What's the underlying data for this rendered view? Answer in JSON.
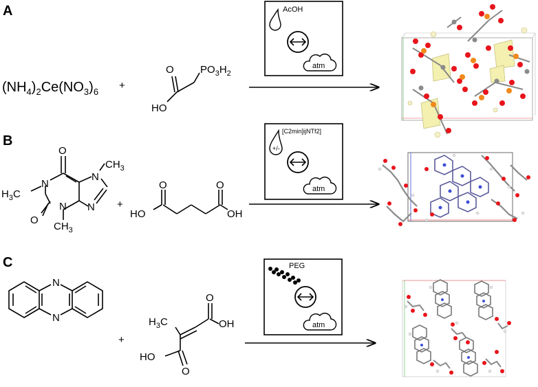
{
  "panels": [
    {
      "letter": "A",
      "reactant1": {
        "p1": "(NH",
        "s1": "4",
        "p2": ")",
        "s2": "2",
        "p3": "Ce(NO",
        "s3": "3",
        "p4": ")",
        "s4": "6"
      },
      "plus": "+",
      "reactant2": {
        "group": "PO",
        "s1": "3",
        "h": "H",
        "s2": "2",
        "o": "O",
        "ho": "HO"
      },
      "conditions": {
        "solvent": "AcOH",
        "atm": "atm"
      }
    },
    {
      "letter": "B",
      "reactant1": {
        "methyl_left": "H",
        "methyl_left_sub": "3",
        "methyl_left_c": "C",
        "methyl_right": "CH",
        "methyl_right_sub": "3",
        "methyl_bottom": "CH",
        "methyl_bottom_sub": "3",
        "o1": "O",
        "o2": "O",
        "n1": "N",
        "n2": "N",
        "n3": "N",
        "n4": "N"
      },
      "plus": "+",
      "reactant2": {
        "o1": "O",
        "o2": "O",
        "ho": "HO",
        "oh": "OH"
      },
      "conditions": {
        "solvent": "[C2min]ijNTf2]",
        "sign": "+/-",
        "atm": "atm"
      }
    },
    {
      "letter": "C",
      "reactant1": {
        "n1": "N",
        "n2": "N"
      },
      "plus": "+",
      "reactant2": {
        "h3c": "H",
        "h3c_sub": "3",
        "h3c_c": "C",
        "oh": "OH",
        "ho": "HO",
        "o1": "O",
        "o2": "O"
      },
      "conditions": {
        "solvent": "PEG",
        "atm": "atm"
      }
    }
  ],
  "colors": {
    "oxygen": "#e8141b",
    "phosphorus": "#f08a1c",
    "carbon": "#8a8a8a",
    "hydrogen": "#f5f0c8",
    "nitrogen": "#3c4fd6",
    "ce_poly": "#f3f0b0"
  }
}
